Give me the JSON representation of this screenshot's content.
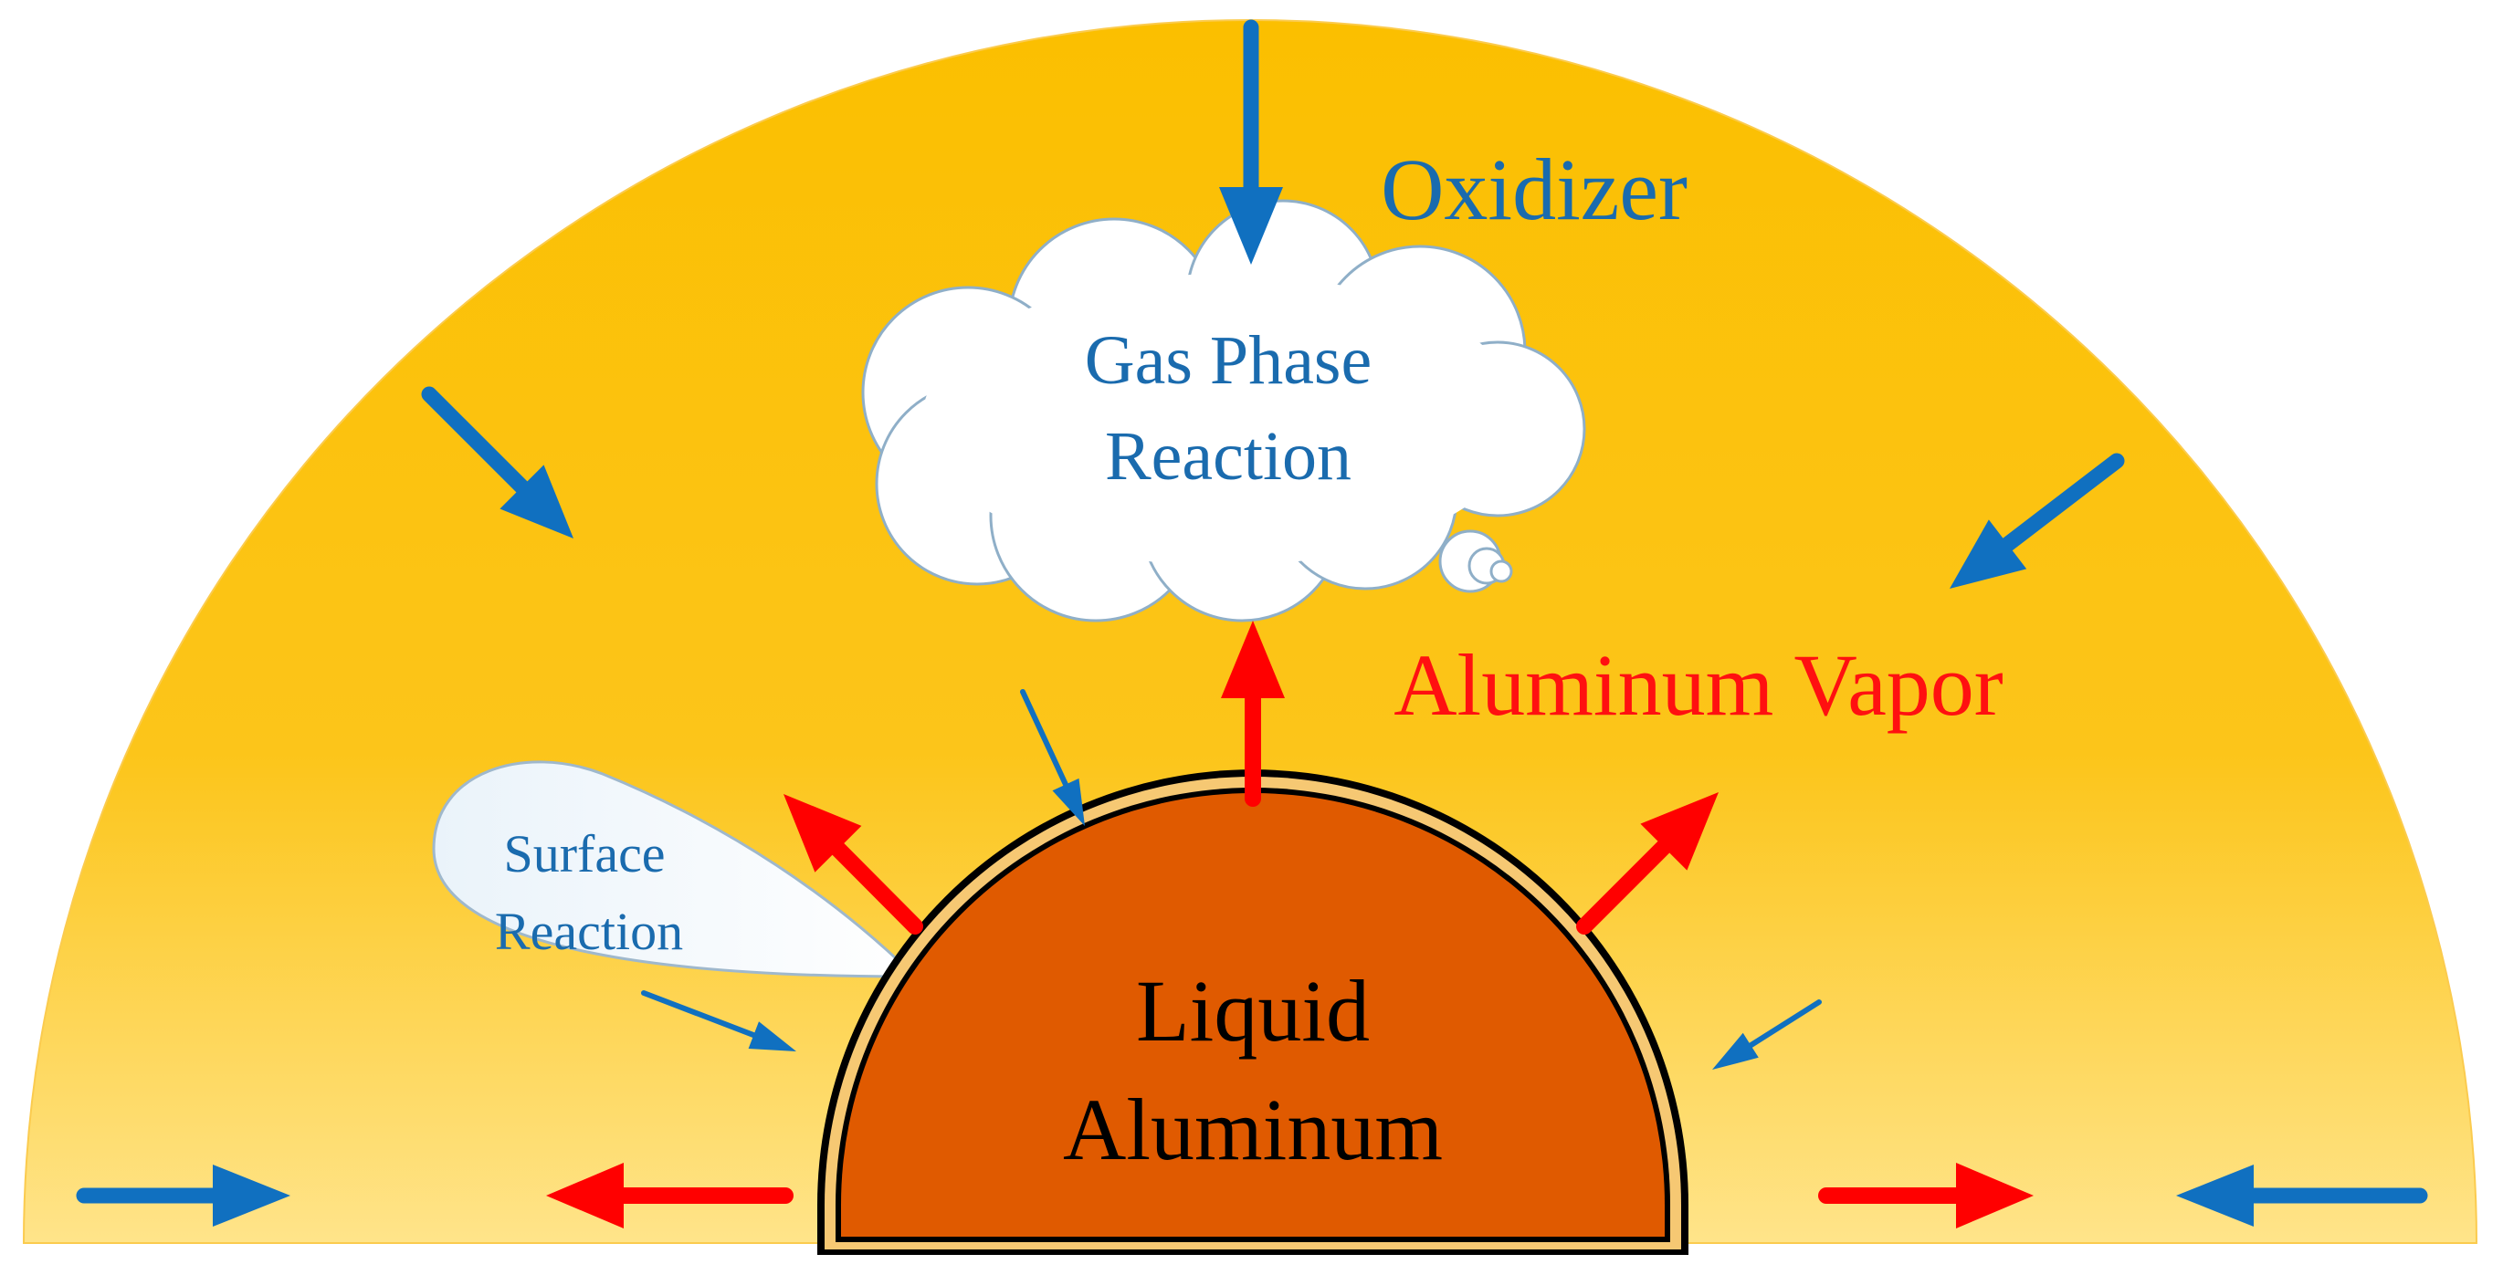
{
  "labels": {
    "oxidizer": "Oxidizer",
    "gas_phase_line1": "Gas Phase",
    "gas_phase_line2": "Reaction",
    "aluminum_vapor": "Aluminum Vapor",
    "surface_line1": "Surface",
    "surface_line2": "Reaction",
    "liquid_line1": "Liquid",
    "liquid_line2": "Aluminum"
  },
  "colors": {
    "flame_outer": "#FBBF00",
    "flame_inner": "#FFE48A",
    "droplet": "#E05A00",
    "oxide_shell": "#F6C873",
    "outline": "#000000",
    "oxidizer_arrow": "#1070C0",
    "vapor_arrow": "#FF0000",
    "oxidizer_text": "#1A6BAE",
    "vapor_text": "#FF1010",
    "cloud_fill": "#FFFFFF",
    "cloud_stroke": "#8FAFC8"
  }
}
